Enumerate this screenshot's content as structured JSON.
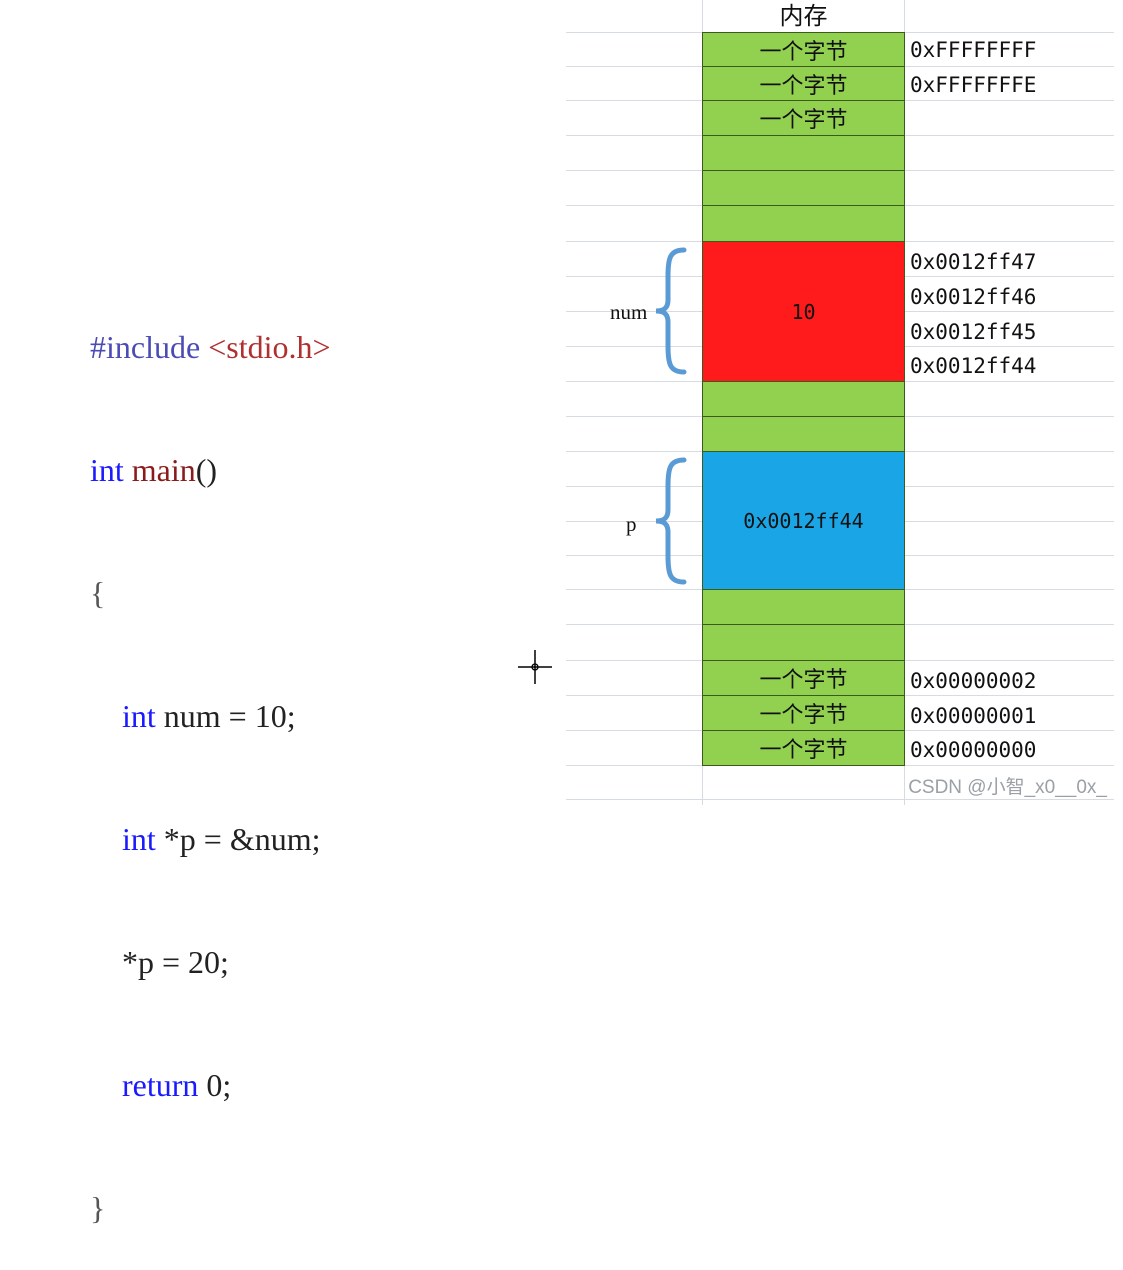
{
  "code": {
    "line1_directive": "#include",
    "line1_header": "<stdio.h>",
    "line2_type": "int",
    "line2_func": "main",
    "line2_parens": "()",
    "line3": "{",
    "line4_type": "int",
    "line4_rest": " num = 10;",
    "line5_type": "int",
    "line5_rest": " *p = &num;",
    "line6": "*p = 20;",
    "line7_kw": "return",
    "line7_rest": " 0;",
    "line8": "}"
  },
  "memory": {
    "header": "内存",
    "byte_label": "一个字节",
    "top_addresses": [
      "0xFFFFFFFF",
      "0xFFFFFFFE"
    ],
    "num_label": "num",
    "num_value": "10",
    "num_addresses": [
      "0x0012ff47",
      "0x0012ff46",
      "0x0012ff45",
      "0x0012ff44"
    ],
    "p_label": "p",
    "p_value": "0x0012ff44",
    "bottom_addresses": [
      "0x00000002",
      "0x00000001",
      "0x00000000"
    ]
  },
  "colors": {
    "byte_cell": "#92d050",
    "num_block": "#ff1b1b",
    "p_block": "#1aa6e6",
    "brace": "#5b9bd5"
  },
  "watermark": "CSDN @小智_x0__0x_"
}
